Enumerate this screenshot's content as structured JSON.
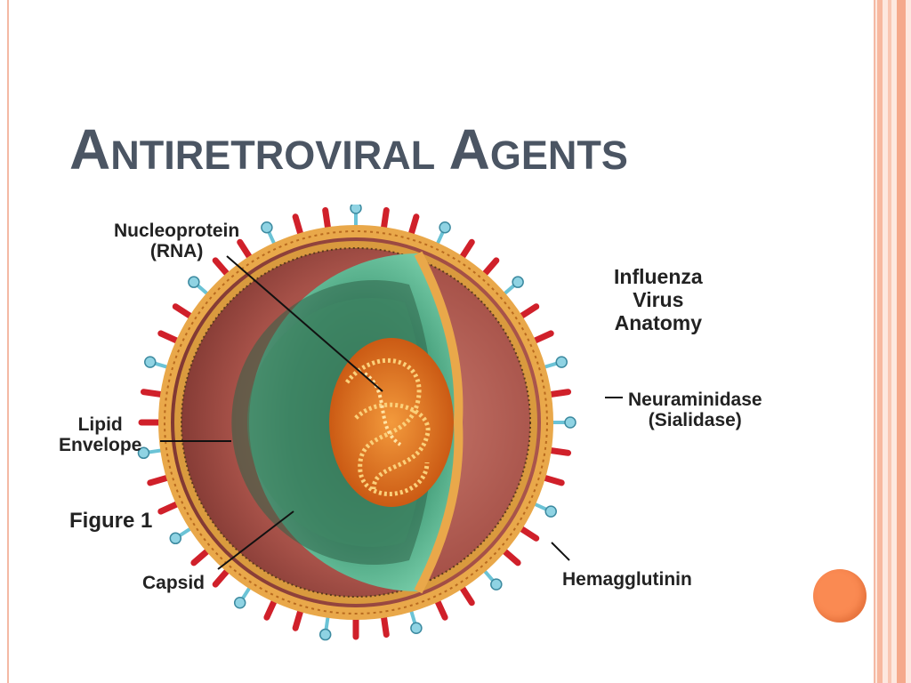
{
  "slide": {
    "title": "Antiretroviral Agents"
  },
  "diagram": {
    "heading_line1": "Influenza",
    "heading_line2": "Virus",
    "heading_line3": "Anatomy",
    "labels": {
      "nucleoprotein_line1": "Nucleoprotein",
      "nucleoprotein_line2": "(RNA)",
      "lipid_line1": "Lipid",
      "lipid_line2": "Envelope",
      "figure": "Figure 1",
      "capsid": "Capsid",
      "neuraminidase_line1": "Neuraminidase",
      "neuraminidase_line2": "(Sialidase)",
      "hemagglutinin": "Hemagglutinin"
    }
  },
  "colors": {
    "title": "#4b5563",
    "accent_orb": "#fa8a52",
    "frame": "#f4b9a4",
    "spike_red": "#d0202a",
    "spike_blue": "#6bc3d6",
    "capsid_green": "#5fbf9a",
    "rna_orange": "#e8751a"
  }
}
